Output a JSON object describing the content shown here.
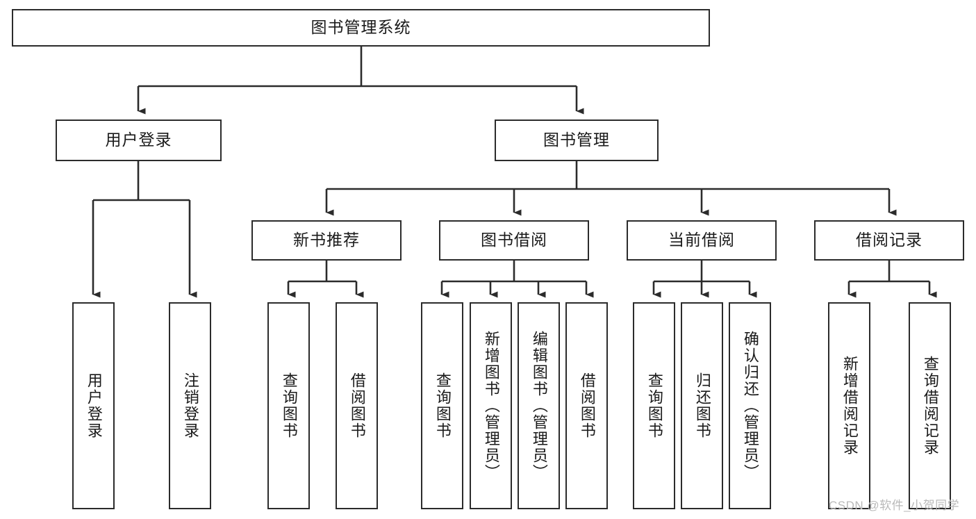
{
  "diagram": {
    "title": "图书管理系统",
    "type": "tree-hierarchy",
    "root": {
      "label": "图书管理系统"
    },
    "level1": [
      {
        "label": "用户登录"
      },
      {
        "label": "图书管理"
      }
    ],
    "level2": [
      {
        "label": "新书推荐"
      },
      {
        "label": "图书借阅"
      },
      {
        "label": "当前借阅"
      },
      {
        "label": "借阅记录"
      }
    ],
    "leaves_user_login": [
      {
        "label": "用户登录"
      },
      {
        "label": "注销登录"
      }
    ],
    "leaves_new_book": [
      {
        "label": "查询图书"
      },
      {
        "label": "借阅图书"
      }
    ],
    "leaves_book_borrow": [
      {
        "label": "查询图书"
      },
      {
        "label": "新增图书（管理员）"
      },
      {
        "label": "编辑图书（管理员）"
      },
      {
        "label": "借阅图书"
      }
    ],
    "leaves_current_borrow": [
      {
        "label": "查询图书"
      },
      {
        "label": "归还图书"
      },
      {
        "label": "确认归还（管理员）"
      }
    ],
    "leaves_borrow_record": [
      {
        "label": "新增借阅记录"
      },
      {
        "label": "查询借阅记录"
      }
    ]
  },
  "watermark": {
    "text": "CSDN @软件_小贺同学"
  },
  "colors": {
    "stroke": "#2b2b2b",
    "fill": "#ffffff",
    "text": "#1a1a1a",
    "watermark": "#b9b9b9"
  }
}
